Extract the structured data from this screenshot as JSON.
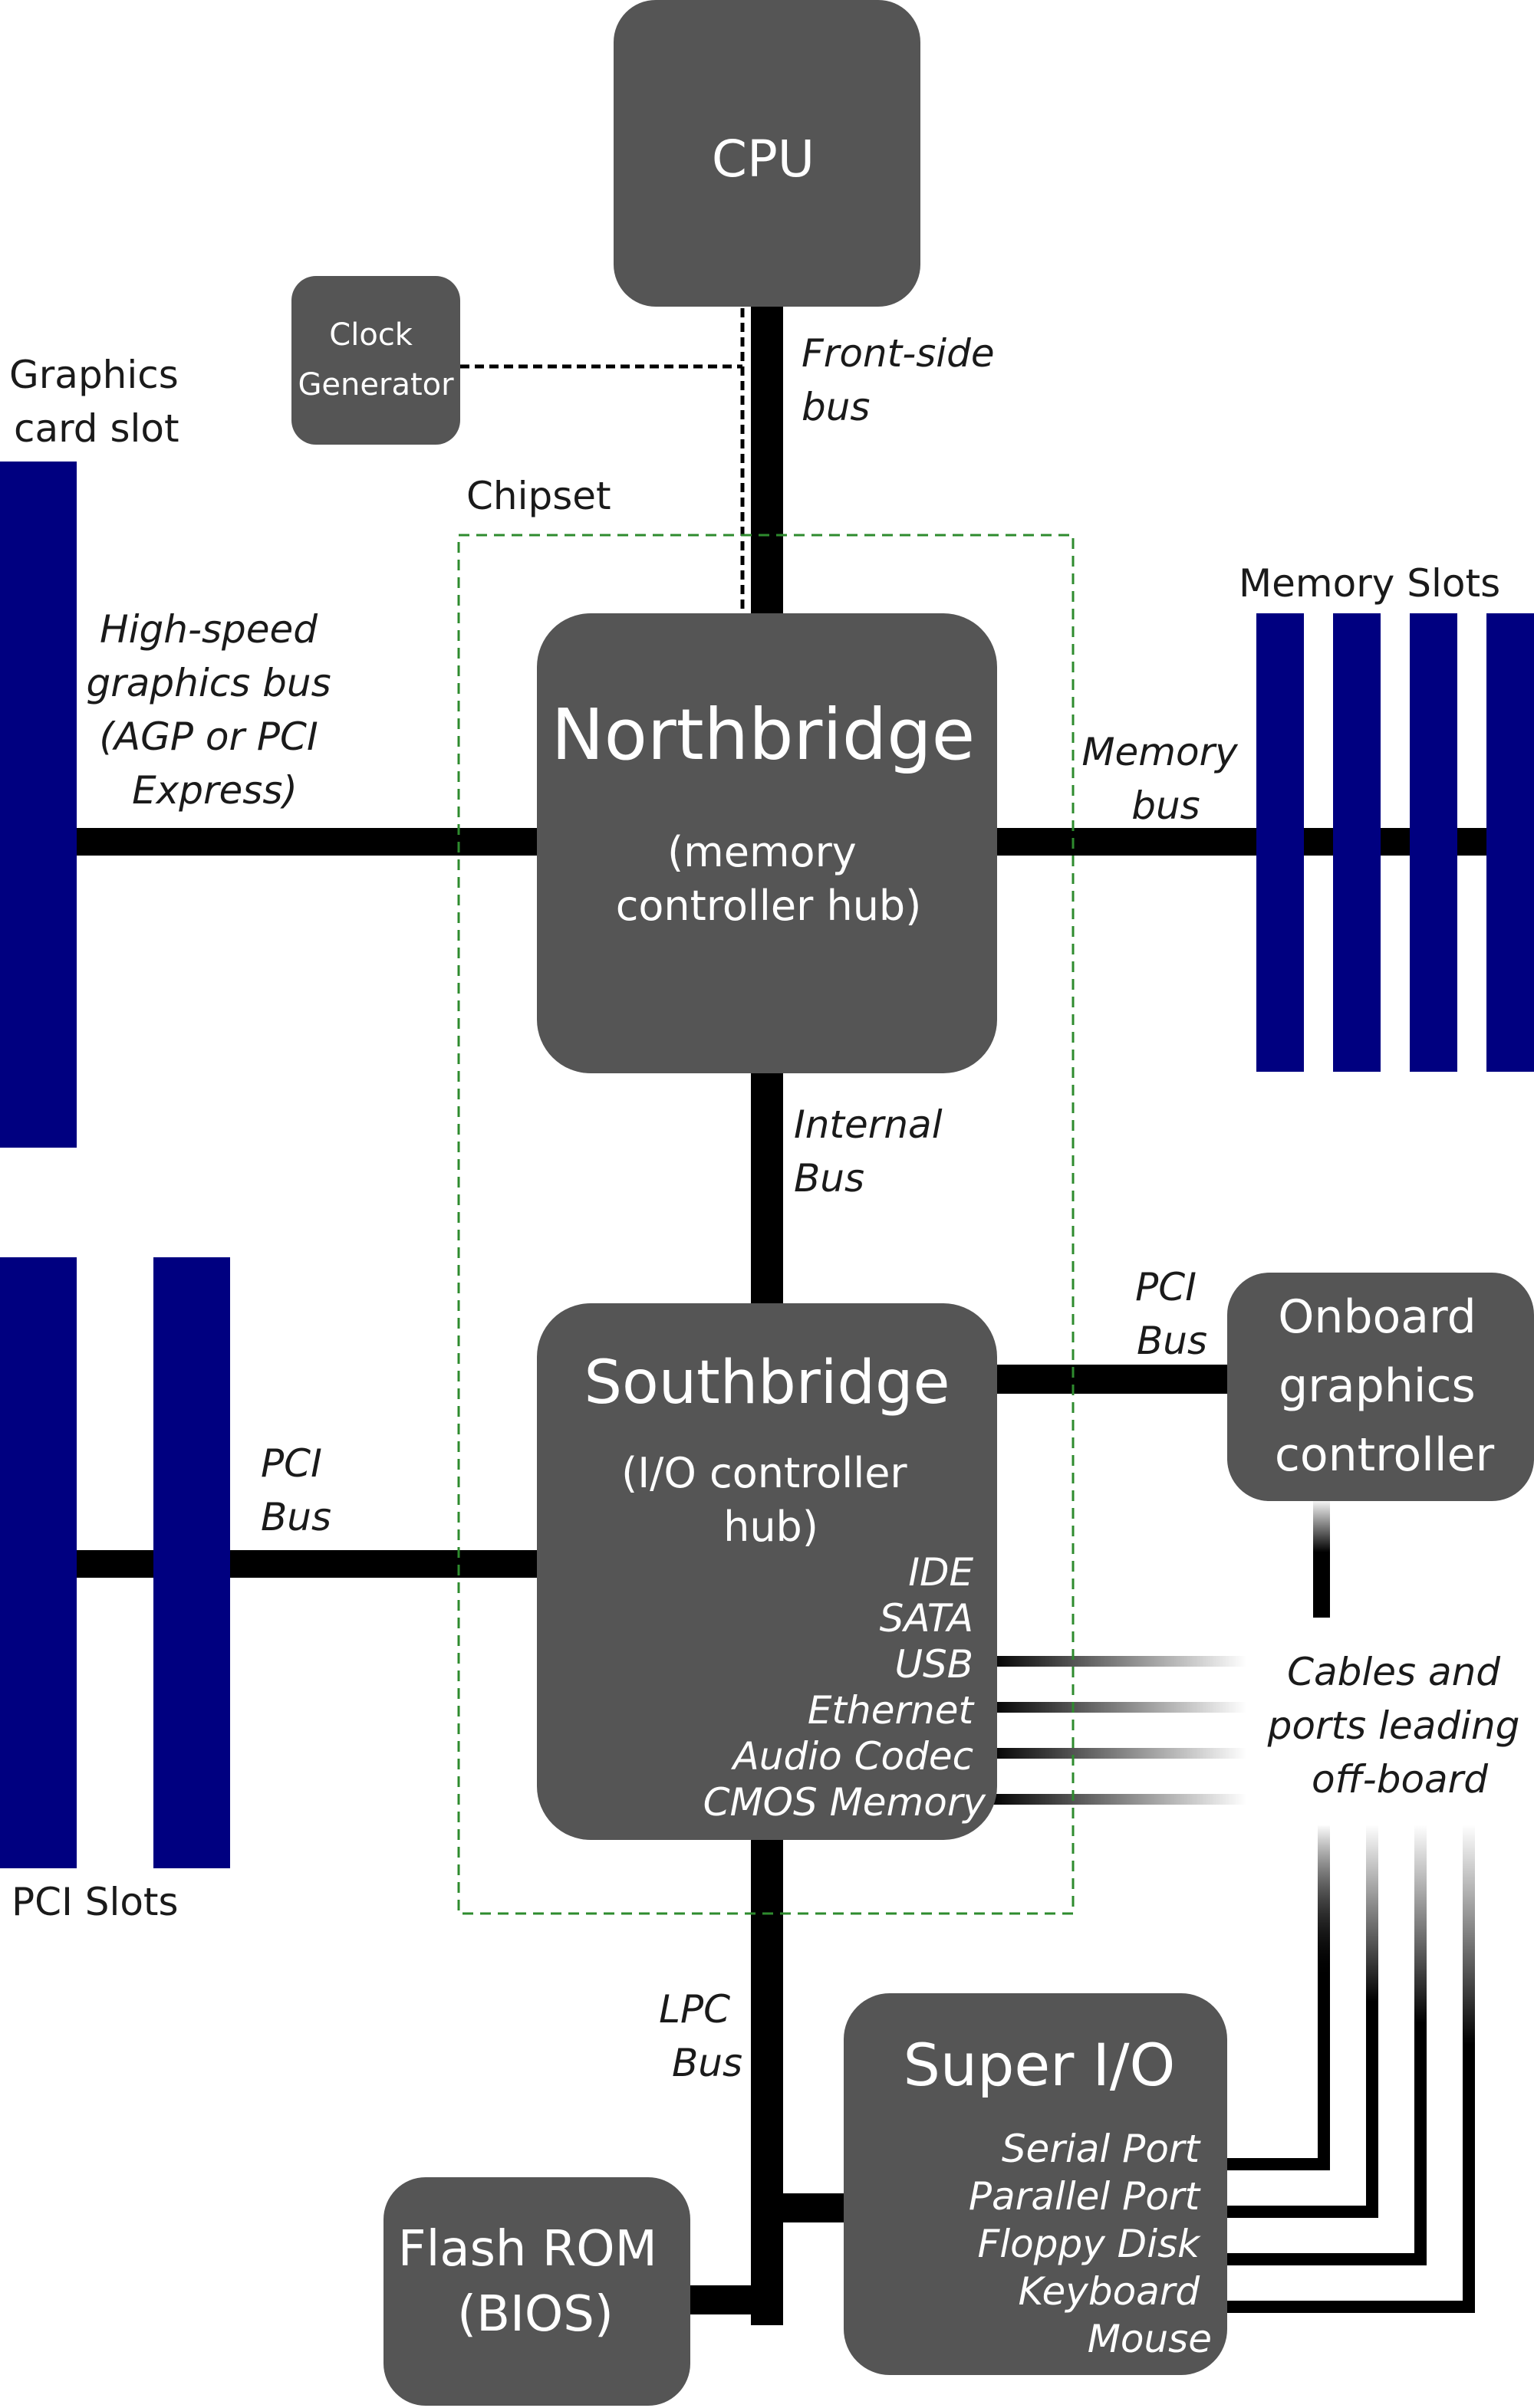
{
  "colors": {
    "box_fill": "#555555",
    "slot_fill": "#000080",
    "bus_line": "#000000",
    "chipset_border": "#2e8b2e"
  },
  "cpu": {
    "title": "CPU"
  },
  "clock": {
    "line1": "Clock",
    "line2": "Generator"
  },
  "front_side_bus": {
    "line1": "Front-side",
    "line2": "bus"
  },
  "graphics_slot": {
    "line1": "Graphics",
    "line2": "card slot"
  },
  "chipset": {
    "label": "Chipset"
  },
  "graphics_bus": {
    "line1": "High-speed",
    "line2": "graphics bus",
    "line3": "(AGP or PCI",
    "line4": "Express)"
  },
  "northbridge": {
    "title": "Northbridge",
    "line1": "(memory",
    "line2": "controller hub)"
  },
  "memory_slots": {
    "label": "Memory Slots"
  },
  "memory_bus": {
    "line1": "Memory",
    "line2": "bus"
  },
  "internal_bus": {
    "line1": "Internal",
    "line2": "Bus"
  },
  "pci_bus_right": {
    "line1": "PCI",
    "line2": "Bus"
  },
  "onboard_graphics": {
    "line1": "Onboard",
    "line2": "graphics",
    "line3": "controller"
  },
  "southbridge": {
    "title": "Southbridge",
    "line1": "(I/O controller",
    "line2": "hub)",
    "ports": [
      "IDE",
      "SATA",
      "USB",
      "Ethernet",
      "Audio Codec",
      "CMOS Memory"
    ]
  },
  "pci_bus_left": {
    "line1": "PCI",
    "line2": "Bus"
  },
  "pci_slots": {
    "label": "PCI Slots"
  },
  "cables": {
    "line1": "Cables and",
    "line2": "ports leading",
    "line3": "off-board"
  },
  "lpc_bus": {
    "line1": "LPC",
    "line2": "Bus"
  },
  "super_io": {
    "title": "Super I/O",
    "ports": [
      "Serial Port",
      "Parallel Port",
      "Floppy Disk",
      "Keyboard",
      "Mouse"
    ]
  },
  "flash_rom": {
    "line1": "Flash ROM",
    "line2": "(BIOS)"
  }
}
